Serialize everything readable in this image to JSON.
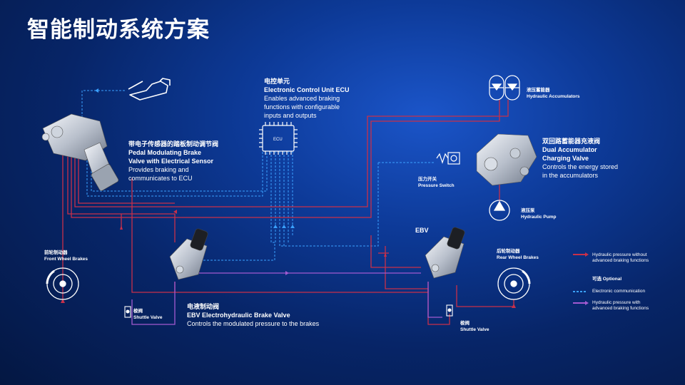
{
  "title": "智能制动系统方案",
  "ecu": {
    "cn": "电控单元",
    "en": "Electronic Control Unit ECU",
    "desc1": "Enables advanced braking",
    "desc2": "functions with configurable",
    "desc3": "inputs and outputs",
    "chip_label": "ECU"
  },
  "pedal": {
    "cn": "带电子传感器的踏板制动调节阀",
    "en1": "Pedal Modulating Brake",
    "en2": "Valve with Electrical Sensor",
    "desc1": "Provides braking and",
    "desc2": "communicates to ECU"
  },
  "accumulators": {
    "cn": "液压蓄能器",
    "en": "Hydraulic Accumulators"
  },
  "charging_valve": {
    "cn": "双回路蓄能器充液阀",
    "en1": "Dual Accumulator",
    "en2": "Charging Valve",
    "desc1": "Controls the energy stored",
    "desc2": "in the accumulators"
  },
  "pressure_switch": {
    "cn": "压力开关",
    "en": "Pressure Switch"
  },
  "pump": {
    "cn": "液压泵",
    "en": "Hydraulic Pump"
  },
  "ebv_label": "EBV",
  "front_brakes": {
    "cn": "前轮制动器",
    "en": "Front Wheel Brakes"
  },
  "rear_brakes": {
    "cn": "后轮制动器",
    "en": "Rear Wheel Brakes"
  },
  "shuttle_left": {
    "cn": "梭阀",
    "en": "Shuttle Valve"
  },
  "shuttle_right": {
    "cn": "梭阀",
    "en": "Shuttle Valve"
  },
  "ebv_valve": {
    "cn": "电液制动阀",
    "en": "EBV Electrohydraulic Brake Valve",
    "desc": "Controls the modulated pressure to the brakes"
  },
  "legend": {
    "hydraulic_without": "Hydraulic pressure without",
    "hydraulic_without2": "advanced braking functions",
    "optional": "可选 Optional",
    "electronic": "Electronic communication",
    "hydraulic_with": "Hydraulic pressure with",
    "hydraulic_with2": "advanced braking functions"
  },
  "colors": {
    "hydraulic_red": "#c8304a",
    "electronic_blue": "#3aa0ff",
    "hydraulic_purple": "#a25ad0"
  }
}
